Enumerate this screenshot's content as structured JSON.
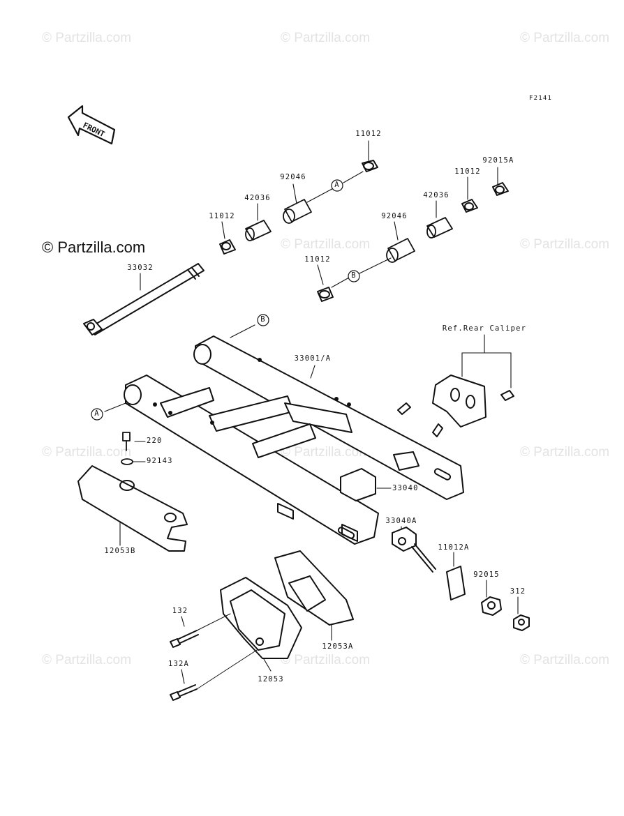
{
  "watermark": "© Partzilla.com",
  "figure_code": "F2141",
  "front_arrow": "FRONT",
  "markers": {
    "a": "A",
    "b": "B"
  },
  "labels": {
    "p11012_top": "11012",
    "p92046_top": "92046",
    "p42036_left": "42036",
    "p11012_left": "11012",
    "p92015A": "92015A",
    "p11012_right": "11012",
    "p42036_right": "42036",
    "p92046_mid": "92046",
    "p11012_mid": "11012",
    "p33032": "33032",
    "p33001A": "33001/A",
    "ref_caliper": "Ref.Rear Caliper",
    "p220": "220",
    "p92143": "92143",
    "p33040": "33040",
    "p12053B": "12053B",
    "p33040A": "33040A",
    "p11012A": "11012A",
    "p92015": "92015",
    "p312": "312",
    "p132": "132",
    "p132A": "132A",
    "p12053A": "12053A",
    "p12053": "12053"
  }
}
